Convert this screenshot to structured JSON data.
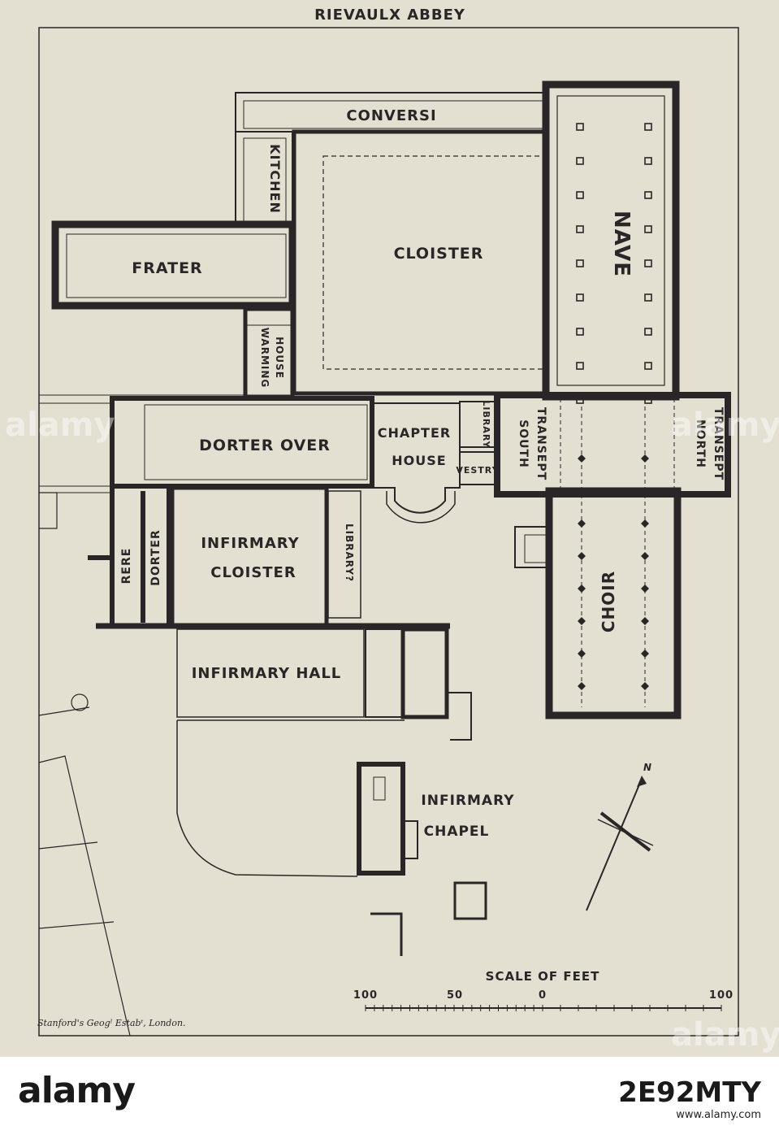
{
  "title": "RIEVAULX ABBEY",
  "rooms": {
    "conversi": "CONVERSI",
    "kitchen": "KITCHEN",
    "cloister": "CLOISTER",
    "nave": "NAVE",
    "frater": "FRATER",
    "warming_house_1": "WARMING",
    "warming_house_2": "HOUSE",
    "dorter_over": "DORTER OVER",
    "chapter_house_1": "CHAPTER",
    "chapter_house_2": "HOUSE",
    "library": "LIBRARY",
    "vestry": "VESTRY",
    "south_transept_1": "SOUTH",
    "south_transept_2": "TRANSEPT",
    "north_transept_1": "NORTH",
    "north_transept_2": "TRANSEPT",
    "rere": "RERE",
    "dorter": "DORTER",
    "infirmary_cloister_1": "INFIRMARY",
    "infirmary_cloister_2": "CLOISTER",
    "library_q": "LIBRARY?",
    "choir": "CHOIR",
    "infirmary_hall": "INFIRMARY HALL",
    "infirmary_chapel_1": "INFIRMARY",
    "infirmary_chapel_2": "CHAPEL"
  },
  "north_label": "N",
  "scale": {
    "title": "SCALE OF FEET",
    "ticks": [
      "100",
      "50",
      "0",
      "100"
    ]
  },
  "credit": "Stanford's Geogˡ Estabᵗ, London.",
  "footer": {
    "logo": "alamy",
    "image_id": "2E92MTY",
    "site": "www.alamy.com"
  },
  "watermark": "alamy",
  "colors": {
    "paper": "#e3dfd1",
    "ink": "#2a2628"
  }
}
